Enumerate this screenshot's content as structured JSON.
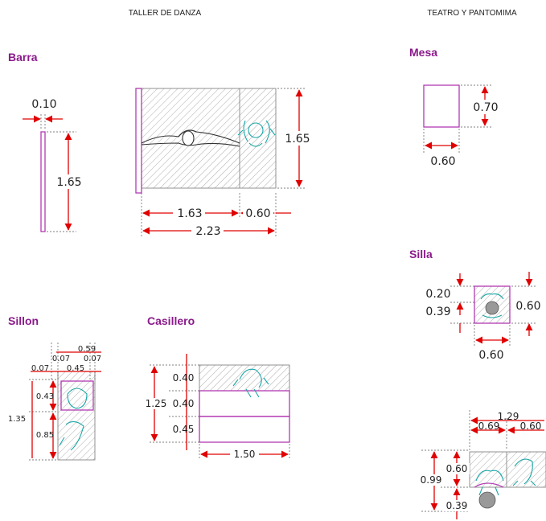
{
  "headers": {
    "dance": "TALLER DE DANZA",
    "theatre": "TEATRO Y PANTOMIMA"
  },
  "barra": {
    "title": "Barra",
    "width": "0.10",
    "height": "1.65",
    "plan_height": "1.65",
    "len_a": "1.63",
    "len_b": "0.60",
    "len_total": "2.23"
  },
  "mesa": {
    "title": "Mesa",
    "depth": "0.70",
    "width": "0.60"
  },
  "silla": {
    "title": "Silla",
    "d1": "0.20",
    "d2": "0.39",
    "depth": "0.60",
    "width": "0.60"
  },
  "sillon": {
    "title": "Sillon",
    "top": "0.59",
    "m1": "0.07",
    "m2": "0.07",
    "m3": "0.07",
    "inner": "0.45",
    "h1": "0.43",
    "total": "1.35",
    "h2": "0.85"
  },
  "casillero": {
    "title": "Casillero",
    "total": "1.25",
    "r1": "0.40",
    "r2": "0.40",
    "r3": "0.45",
    "width": "1.50"
  },
  "group": {
    "w_total": "1.29",
    "w_a": "0.69",
    "w_b": "0.60",
    "total": "0.99",
    "h1": "0.60",
    "h2": "0.39"
  },
  "colors": {
    "title": "#8b1a8b",
    "dimension": "#e00000",
    "furniture": "#b23ab2",
    "figure": "#1aa6a6"
  }
}
